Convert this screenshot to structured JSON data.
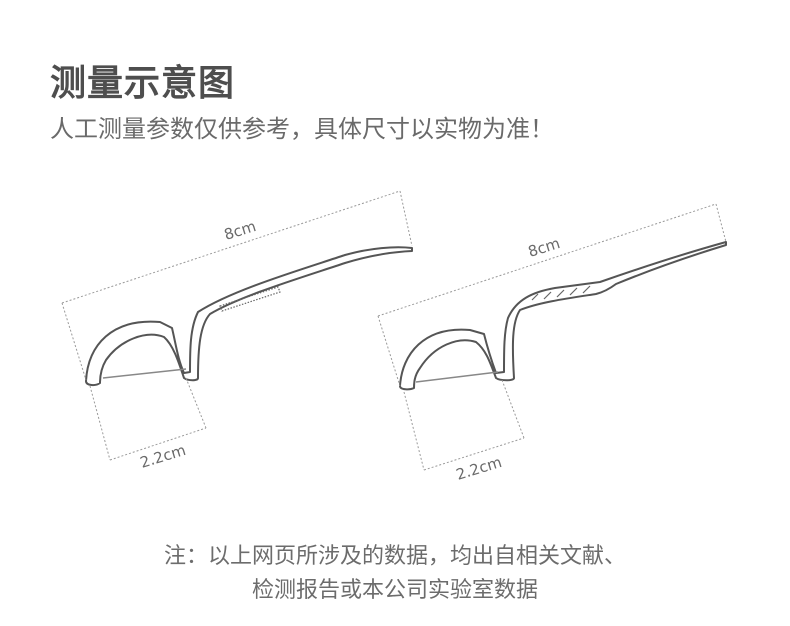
{
  "header": {
    "title": "测量示意图",
    "subtitle": "人工测量参数仅供参考，具体尺寸以实物为准！"
  },
  "figure": {
    "left_tool": {
      "length_label": "8cm",
      "width_label": "2.2cm"
    },
    "right_tool": {
      "length_label": "8cm",
      "width_label": "2.2cm"
    }
  },
  "footer": {
    "line1": "注：以上网页所涉及的数据，均出自相关文献、",
    "line2": "检测报告或本公司实验室数据"
  },
  "colors": {
    "outline": "#555555",
    "dim_line": "#9a9a9a",
    "text": "#6a6a6a"
  }
}
